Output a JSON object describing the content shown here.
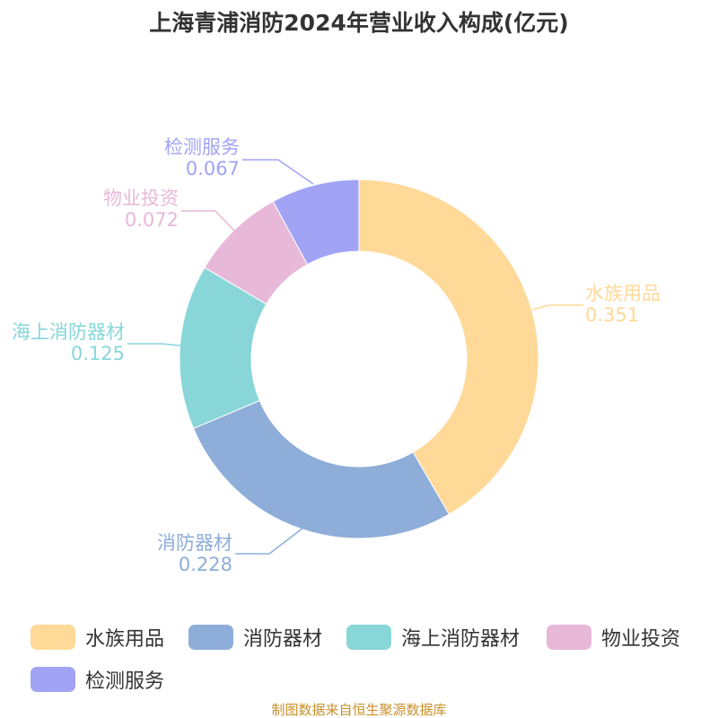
{
  "chart_data": {
    "type": "pie",
    "title": "上海青浦消防2024年营业收入构成(亿元)",
    "donut": true,
    "slices": [
      {
        "name": "水族用品",
        "value": 0.351,
        "color": "#FFD998"
      },
      {
        "name": "消防器材",
        "value": 0.228,
        "color": "#8EADD9"
      },
      {
        "name": "海上消防器材",
        "value": 0.125,
        "color": "#88D6D8"
      },
      {
        "name": "物业投资",
        "value": 0.072,
        "color": "#E7B8D8"
      },
      {
        "name": "检测服务",
        "value": 0.067,
        "color": "#A1A3F5"
      }
    ],
    "labels": [
      {
        "name": "水族用品",
        "value": "0.351"
      },
      {
        "name": "消防器材",
        "value": "0.228"
      },
      {
        "name": "海上消防器材",
        "value": "0.125"
      },
      {
        "name": "物业投资",
        "value": "0.072"
      },
      {
        "name": "检测服务",
        "value": "0.067"
      }
    ],
    "legend_position": "bottom"
  },
  "source": "制图数据来自恒生聚源数据库"
}
